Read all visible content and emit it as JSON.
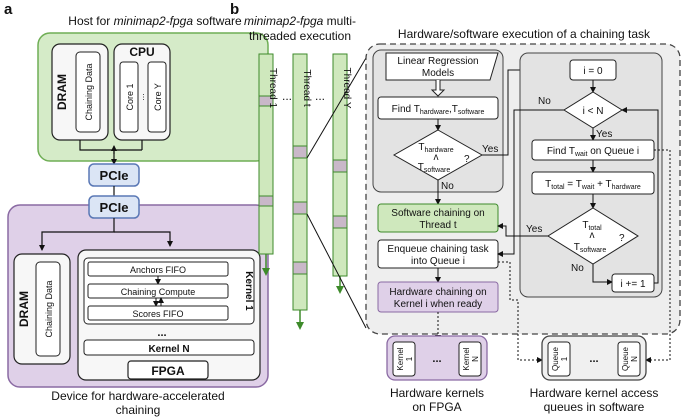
{
  "panel_a": {
    "label": "a",
    "host_title_prefix": "Host for ",
    "host_title_italic": "minimap2-fpga",
    "host_title_suffix": " software",
    "dram": "DRAM",
    "chaining_data": "Chaining Data",
    "cpu": "CPU",
    "core1": "Core 1",
    "core_dots": "...",
    "corey": "Core Y",
    "pcie_host": "PCIe",
    "pcie_device": "PCIe",
    "device_dram": "DRAM",
    "device_chaining_data": "Chaining Data",
    "anchors_fifo": "Anchors FIFO",
    "chaining_compute": "Chaining Compute",
    "scores_fifo": "Scores FIFO",
    "kernel1": "Kernel 1",
    "kernel_dots": "...",
    "kernelN": "Kernel N",
    "fpga": "FPGA",
    "device_caption_line1": "Device for hardware-accelerated",
    "device_caption_line2": "chaining"
  },
  "panel_b": {
    "label": "b",
    "threads_title_italic": "minimap2-fpga",
    "threads_title_suffix": " multi-",
    "threads_title_line2": "threaded execution",
    "thread1": "Thread 1",
    "threadt": "Thread t",
    "threadY": "Thread Y",
    "thread_dots": "...",
    "exec_title": "Hardware/software execution of a chaining task",
    "lr_models_line1": "Linear Regression",
    "lr_models_line2": "Models",
    "find_thw_tsw": "Find T",
    "sub_hardware": "hardware",
    "sub_software": "software",
    "comma": ",T",
    "dec1_top": "T",
    "dec1_wedge": "ʌ",
    "dec1_q": "?",
    "yes1": "Yes",
    "no1": "No",
    "sw_chain_line1": "Software chaining on",
    "sw_chain_line2": "Thread t",
    "enqueue_line1": "Enqueue chaining task",
    "enqueue_line2": "into Queue i",
    "hw_chain_line1": "Hardware chaining on",
    "hw_chain_line2": "Kernel i when ready",
    "i0": "i = 0",
    "ilessN": "i < N",
    "no2": "No",
    "yes2": "Yes",
    "find_twait": "Find T",
    "sub_wait": "wait",
    "on_queue": " on Queue i",
    "ttotal_eq": "T",
    "sub_total": "total",
    "eq_mid": " = T",
    "plus": " + T",
    "yes3": "Yes",
    "no3": "No",
    "iplus": "i += 1",
    "kernel1_l1": "Kernel",
    "kernel1_l2": "1",
    "kernelN_l1": "Kernel",
    "kernelN_l2": "N",
    "kern_dots": "...",
    "queue1_l1": "Queue",
    "queue1_l2": "1",
    "queueN_l1": "Queue",
    "queueN_l2": "N",
    "queue_dots": "...",
    "hw_kernels_line1": "Hardware kernels",
    "hw_kernels_line2": "on FPGA",
    "hw_queue_line1": "Hardware kernel access",
    "hw_queue_line2": "queues in software"
  },
  "colors": {
    "host_green": "#d5ebc8",
    "host_border": "#6fae55",
    "device_purple": "#dfd0e8",
    "device_border": "#8a6aa3",
    "pcie_blue": "#dbe5f5",
    "pcie_border": "#5a78b5",
    "thread_green": "#cfe8bd",
    "thread_gray": "#c9b8c9",
    "exec_gray": "#eeeeee",
    "arrow_green": "#3d8a2a"
  }
}
